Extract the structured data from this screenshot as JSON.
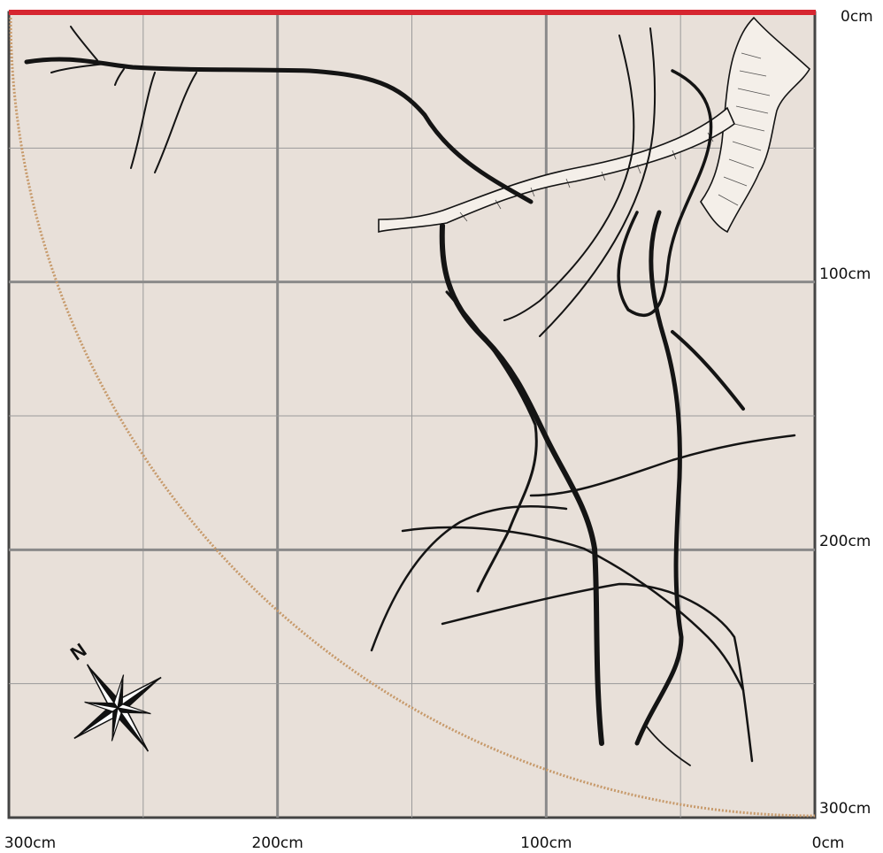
{
  "colors": {
    "background": "#e8e0d9",
    "grid_minor": "#9a9a9a",
    "grid_major": "#8a8a8a",
    "border": "#444444",
    "soil_surface": "#d62630",
    "radius_arc": "#c79a6b",
    "roots": "#141414"
  },
  "axes": {
    "x_ticks": [
      "300cm",
      "200cm",
      "100cm",
      "0cm"
    ],
    "y_ticks": [
      "0cm",
      "100cm",
      "200cm",
      "300cm"
    ]
  },
  "compass": {
    "label": "N",
    "icon": "compass-rose-icon"
  },
  "features": {
    "soil_surface_line": "top edge (0cm depth)",
    "drip_line_arc": "arc from top-left to bottom-right"
  }
}
